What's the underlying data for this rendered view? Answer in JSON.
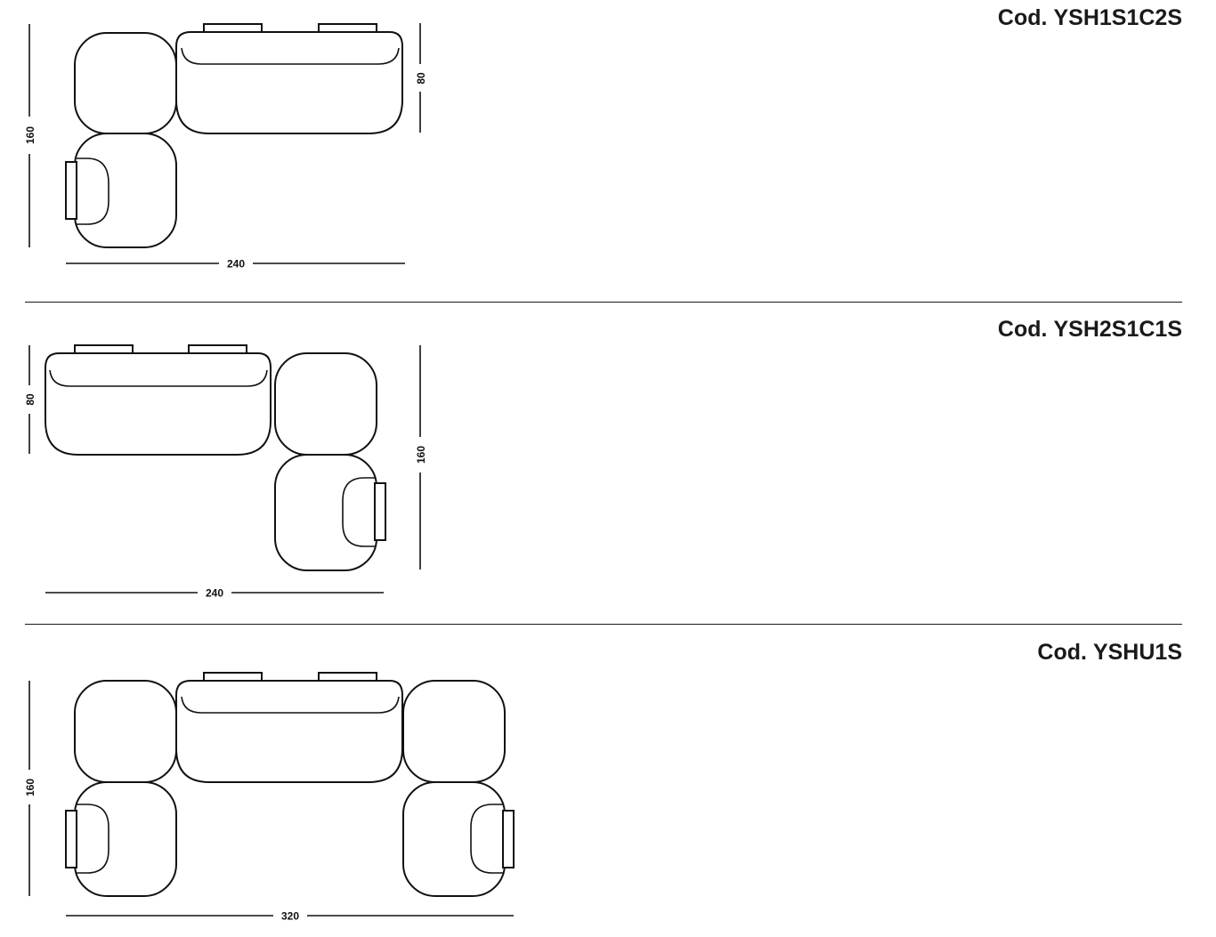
{
  "sheet_title": "",
  "configurations": [
    {
      "code_prefix": "Cod.",
      "code": "YSH1S1C2S",
      "dimensions": {
        "width": "240",
        "depth_total": "160",
        "depth_seat": "80"
      }
    },
    {
      "code_prefix": "Cod.",
      "code": "YSH2S1C1S",
      "dimensions": {
        "width": "240",
        "depth_total": "160",
        "depth_seat": "80"
      }
    },
    {
      "code_prefix": "Cod.",
      "code": "YSHU1S",
      "dimensions": {
        "width": "320",
        "depth_total": "160"
      }
    }
  ],
  "colors": {
    "line": "#111111",
    "background": "#ffffff",
    "text": "#1a1a1a"
  }
}
